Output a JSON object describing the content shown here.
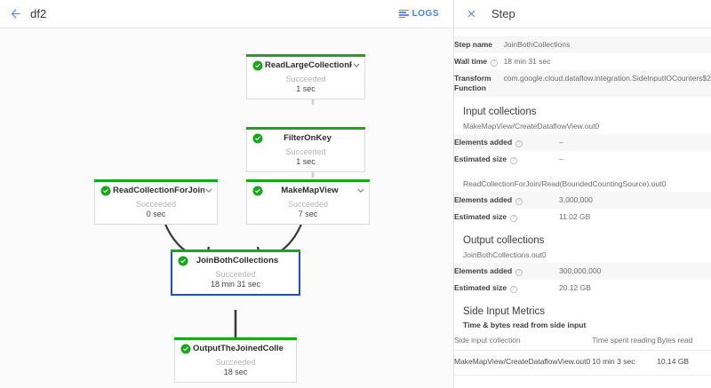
{
  "topbar": {
    "back_icon": "back-arrow-icon",
    "job_name": "df2",
    "logs_label": "LOGS",
    "logs_icon": "logs-list-icon"
  },
  "graph": {
    "status_label": "Succeeded",
    "check_icon": "check-circle-icon",
    "chevron_icon": "chevron-down-icon",
    "nodes": [
      {
        "id": "read-large-collection",
        "title": "ReadLargeCollectionFr...",
        "status": "Succeeded",
        "time": "1 sec",
        "selected": false,
        "has_chevron": true
      },
      {
        "id": "filter-on-key",
        "title": "FilterOnKey",
        "status": "Succeeded",
        "time": "1 sec",
        "selected": false,
        "has_chevron": false
      },
      {
        "id": "read-collection-for-join",
        "title": "ReadCollectionForJoin",
        "status": "Succeeded",
        "time": "0 sec",
        "selected": false,
        "has_chevron": true
      },
      {
        "id": "make-map-view",
        "title": "MakeMapView",
        "status": "Succeeded",
        "time": "7 sec",
        "selected": false,
        "has_chevron": true
      },
      {
        "id": "join-both-collections",
        "title": "JoinBothCollections",
        "status": "Succeeded",
        "time": "18 min 31 sec",
        "selected": true,
        "has_chevron": false
      },
      {
        "id": "output-the-joined-collection",
        "title": "OutputTheJoinedCollec...",
        "status": "Succeeded",
        "time": "18 sec",
        "selected": false,
        "has_chevron": false
      }
    ]
  },
  "panel": {
    "close_icon": "close-x-icon",
    "title": "Step",
    "summary": [
      {
        "key": "Step name",
        "value": "JoinBothCollections",
        "help": false
      },
      {
        "key": "Wall time",
        "value": "18 min 31 sec",
        "help": true
      },
      {
        "key": "Transform Function",
        "value": "com.google.cloud.dataflow.integration.SideInputIOCounters$2",
        "help": false
      }
    ],
    "input_collections": {
      "title": "Input collections",
      "items": [
        {
          "name": "MakeMapView/CreateDataflowView.out0",
          "rows": [
            {
              "key": "Elements added",
              "value": "–",
              "help": true
            },
            {
              "key": "Estimated size",
              "value": "–",
              "help": true
            }
          ]
        },
        {
          "name": "ReadCollectionForJoin/Read(BoundedCountingSource).out0",
          "rows": [
            {
              "key": "Elements added",
              "value": "3,000,000",
              "help": true
            },
            {
              "key": "Estimated size",
              "value": "11.02 GB",
              "help": true
            }
          ]
        }
      ]
    },
    "output_collections": {
      "title": "Output collections",
      "items": [
        {
          "name": "JoinBothCollections.out0",
          "rows": [
            {
              "key": "Elements added",
              "value": "300,000,000",
              "help": true
            },
            {
              "key": "Estimated size",
              "value": "20.12 GB",
              "help": true
            }
          ]
        }
      ]
    },
    "side_input_metrics": {
      "title": "Side Input Metrics",
      "subtitle": "Time & bytes read from side input",
      "columns": [
        "Side input collection",
        "Time spent reading",
        "Bytes read"
      ],
      "rows": [
        {
          "collection": "MakeMapView/CreateDataflowView.out0",
          "time_spent": "10 min 3 sec",
          "bytes_read": "10.14 GB"
        }
      ]
    }
  },
  "colors": {
    "accent_blue": "#4a7fe8",
    "selected_border": "#1a4ed8",
    "success_green": "#17a81a",
    "edge_gray": "#cfcfcf",
    "edge_dark": "#3a3a3a"
  }
}
